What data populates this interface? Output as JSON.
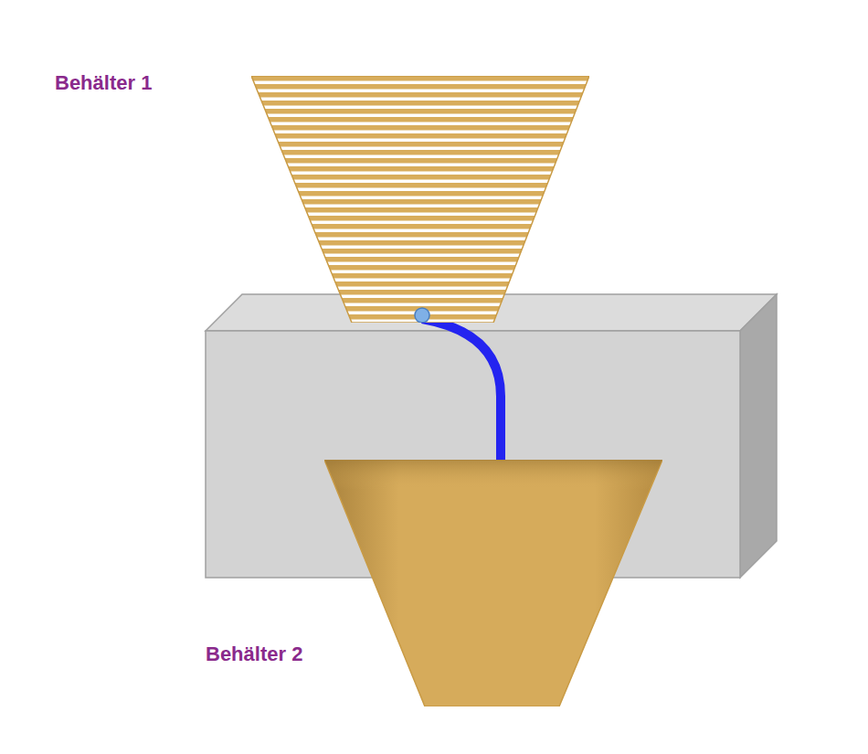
{
  "diagram": {
    "nodes": [
      {
        "text": [
          "Behälter 1"
        ]
      },
      {
        "text": [
          "Behälter 2"
        ]
      }
    ],
    "edges": [
      {
        "from": 0,
        "to": 1,
        "arrow": "none"
      }
    ]
  }
}
